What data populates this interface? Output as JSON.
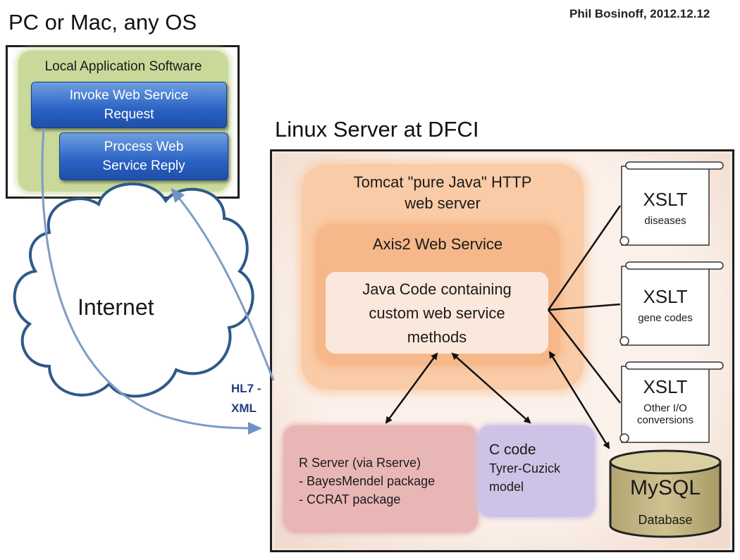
{
  "title_pc": "PC or Mac, any OS",
  "author": "Phil Bosinoff, 2012.12.12",
  "title_linux": "Linux Server at DFCI",
  "local_app": {
    "label": "Local Application Software",
    "invoke_line1": "Invoke Web Service",
    "invoke_line2": "Request",
    "process_line1": "Process Web",
    "process_line2": "Service Reply"
  },
  "internet_label": "Internet",
  "hl7_line1": "HL7 -",
  "hl7_line2": "XML",
  "tomcat": {
    "line1": "Tomcat \"pure Java\" HTTP",
    "line2": "web server"
  },
  "axis2": "Axis2 Web Service",
  "java": {
    "line1": "Java Code containing",
    "line2": "custom web service",
    "line3": "methods"
  },
  "xslt": [
    {
      "title": "XSLT",
      "sub1": "diseases",
      "sub2": ""
    },
    {
      "title": "XSLT",
      "sub1": "gene codes",
      "sub2": ""
    },
    {
      "title": "XSLT",
      "sub1": "Other I/O",
      "sub2": "conversions"
    }
  ],
  "rserver": {
    "line1": "R Server (via Rserve)",
    "line2": "- BayesMendel package",
    "line3": "- CCRAT package"
  },
  "ccode": {
    "line1": "C code",
    "line2": "Tyrer-Cuzick",
    "line3": "model"
  },
  "mysql": {
    "title": "MySQL",
    "sub": "Database"
  },
  "colors": {
    "blue_button": "#2a62c4",
    "pc_green": "#c8d99a",
    "tomcat": "#f9cba6",
    "axis2": "#f6b88a",
    "rserver": "#e9b6b6",
    "ccode": "#cec3e6",
    "mysql": "#c8ba86",
    "internet_outline": "#2e5a8a",
    "network_arrow": "#7d9cc6"
  }
}
